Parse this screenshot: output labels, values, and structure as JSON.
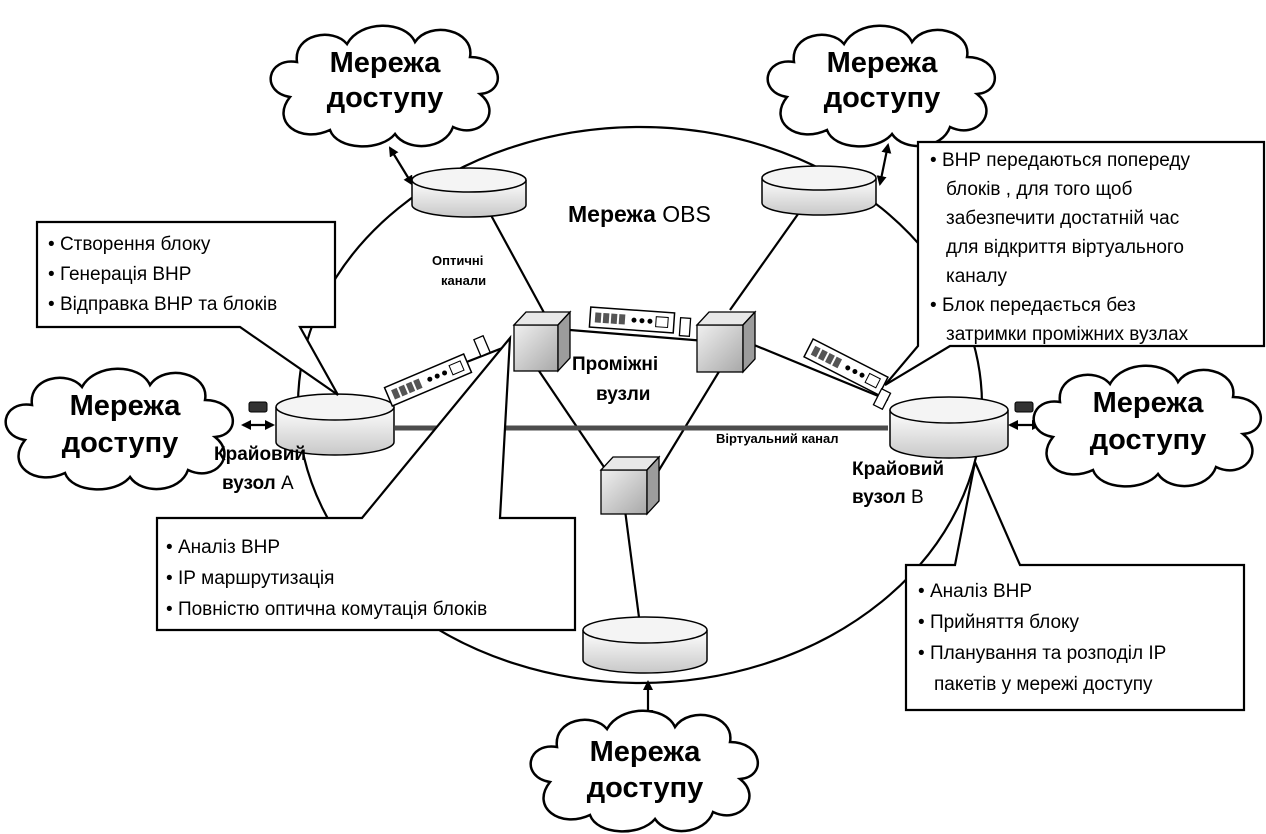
{
  "colors": {
    "stroke": "#000000",
    "link": "#4d4d4d",
    "node_fill": "#d9d9d9",
    "box_fill": "#ffffff"
  },
  "title": {
    "prefix": "Мережа",
    "suffix": "OBS"
  },
  "clouds": {
    "top_left": {
      "line1": "Мережа",
      "line2": "доступу"
    },
    "top_right": {
      "line1": "Мережа",
      "line2": "доступу"
    },
    "left": {
      "line1": "Мережа",
      "line2": "доступу"
    },
    "right": {
      "line1": "Мережа",
      "line2": "доступу"
    },
    "bottom": {
      "line1": "Мережа",
      "line2": "доступу"
    }
  },
  "labels": {
    "optical_channels": {
      "line1": "Оптичні",
      "line2": "канали"
    },
    "intermediate_nodes": {
      "line1": "Проміжні",
      "line2": "вузли"
    },
    "virtual_channel": "Віртуальний канал",
    "edge_node_a": {
      "line1": "Крайовий",
      "line2_prefix": "вузол",
      "line2_suffix": "А"
    },
    "edge_node_b": {
      "line1": "Крайовий",
      "line2_prefix": "вузол",
      "line2_suffix": "В"
    }
  },
  "callouts": {
    "node_a": [
      "Створення блоку",
      "Генерація ВНР",
      "Відправка ВНР та блоків"
    ],
    "core": [
      "Аналіз ВНР",
      "ІР маршрутизація",
      "Повністю оптична комутація блоків"
    ],
    "bhp": [
      "ВНР передаються попереду",
      "блоків , для того щоб",
      "забезпечити достатній час",
      "для відкриття віртуального",
      "каналу",
      "Блок передається без",
      "затримки  проміжних вузлах"
    ],
    "node_b": [
      "Аналіз ВНР",
      "Прийняття блоку",
      "Планування та розподіл ІР",
      "пакетів у мережі доступу"
    ]
  },
  "bullet_symbol": "•"
}
